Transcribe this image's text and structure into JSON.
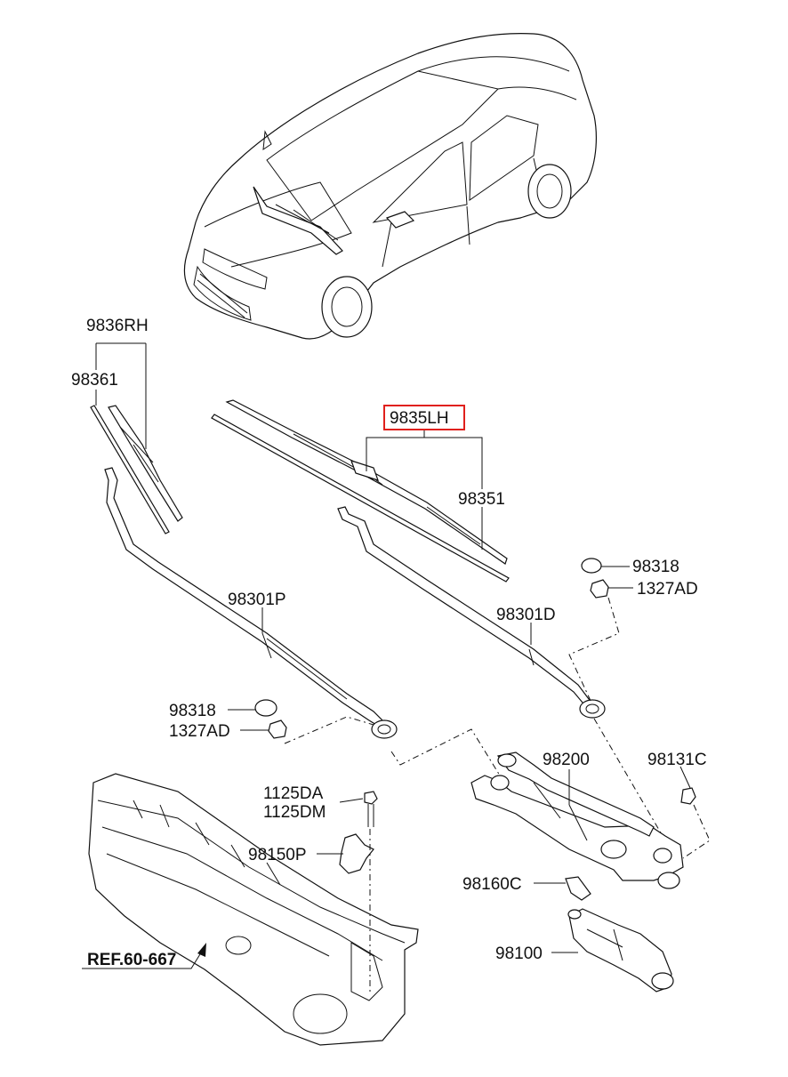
{
  "labels": {
    "rh_set": "9836RH",
    "rh_blade_refill": "98361",
    "lh_set": "9835LH",
    "lh_blade_refill": "98351",
    "arm_passenger": "98301P",
    "arm_driver": "98301D",
    "cap_right": "98318",
    "nut_right": "1327AD",
    "cap_left": "98318",
    "nut_left": "1327AD",
    "linkage": "98200",
    "bolt_c": "98131C",
    "bolt_a": "1125DA",
    "bolt_m": "1125DM",
    "bracket": "98150P",
    "bracket_c": "98160C",
    "motor": "98100",
    "ref": "REF.60-667"
  },
  "highlight_color": "#e0201c",
  "highlighted_label": "9835LH"
}
